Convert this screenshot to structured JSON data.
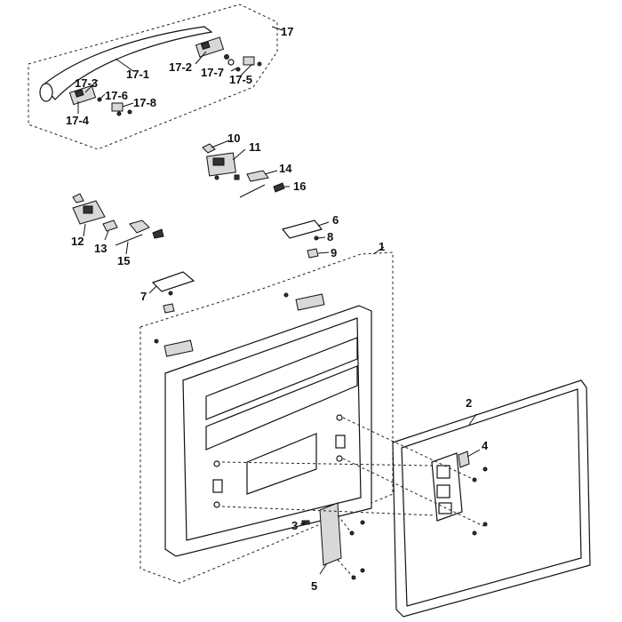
{
  "diagram": {
    "callouts": {
      "c1": "1",
      "c2": "2",
      "c3": "3",
      "c4": "4",
      "c5": "5",
      "c6": "6",
      "c7": "7",
      "c8": "8",
      "c9": "9",
      "c10": "10",
      "c11": "11",
      "c12": "12",
      "c13": "13",
      "c14": "14",
      "c15": "15",
      "c16": "16",
      "c17": "17",
      "c17_1": "17-1",
      "c17_2": "17-2",
      "c17_3": "17-3",
      "c17_4": "17-4",
      "c17_5": "17-5",
      "c17_6": "17-6",
      "c17_7": "17-7",
      "c17_8": "17-8"
    }
  }
}
